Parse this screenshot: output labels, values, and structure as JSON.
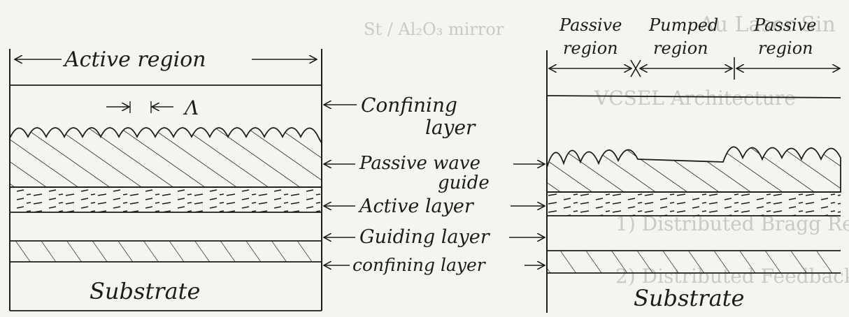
{
  "left_figure": {
    "active_region": "Active region",
    "period_symbol": "Λ",
    "substrate": "Substrate"
  },
  "right_figure": {
    "passive_region_left": [
      "Passive",
      "region"
    ],
    "pumped_region": [
      "Pumped",
      "region"
    ],
    "passive_region_right": [
      "Passive",
      "region"
    ],
    "substrate": "Substrate"
  },
  "layer_labels": {
    "confining_top": [
      "Confining",
      "layer"
    ],
    "passive_waveguide": [
      "Passive wave",
      "guide"
    ],
    "active_layer": "Active layer",
    "guiding_layer": "Guiding layer",
    "confining_bottom": "confining layer"
  },
  "colors": {
    "ink": "#1c1c1c",
    "paper": "#f4f4f1",
    "bleed": "#c9c9c6"
  }
}
